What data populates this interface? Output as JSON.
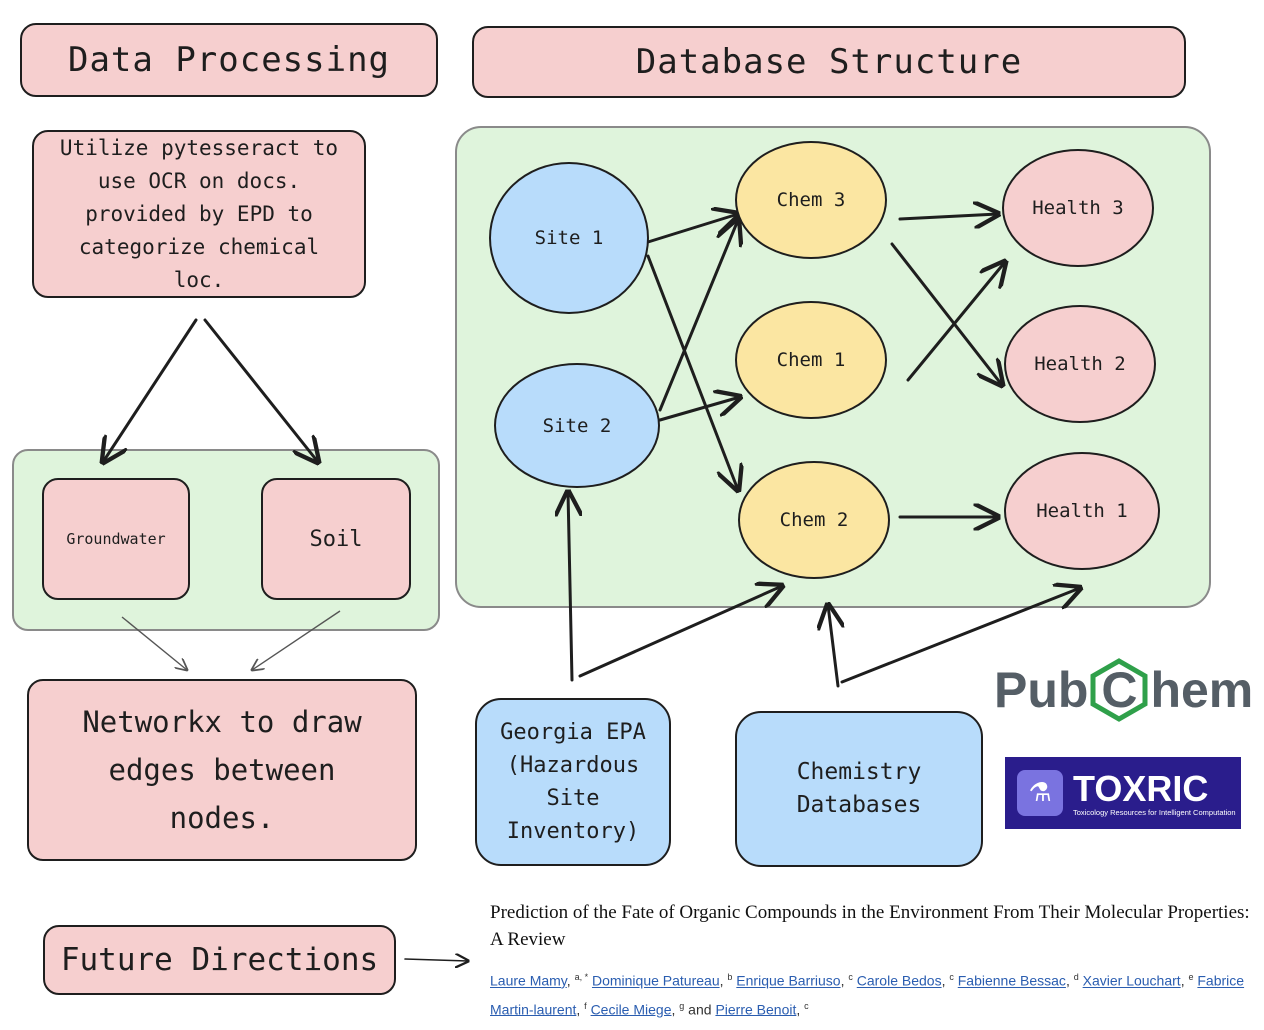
{
  "headers": {
    "data_processing": "Data Processing",
    "database_structure": "Database Structure",
    "future_directions": "Future Directions"
  },
  "ocr_box": "Utilize pytesseract to use OCR on docs. provided by EPD to categorize chemical loc.",
  "categories": {
    "groundwater": "Groundwater",
    "soil": "Soil"
  },
  "networkx_box": "Networkx to draw edges between nodes.",
  "nodes": {
    "site1": "Site 1",
    "site2": "Site 2",
    "chem3": "Chem 3",
    "chem1": "Chem 1",
    "chem2": "Chem 2",
    "health3": "Health 3",
    "health2": "Health 2",
    "health1": "Health 1"
  },
  "sources": {
    "georgia_epa": "Georgia EPA (Hazardous Site Inventory)",
    "chemistry_db": "Chemistry Databases"
  },
  "logos": {
    "pubchem_pre": "Pub",
    "pubchem_c": "C",
    "pubchem_post": "hem",
    "toxric": "TOXRIC",
    "toxric_tagline": "Toxicology Resources for Intelligent Computation"
  },
  "paper": {
    "title": "Prediction of the Fate of Organic Compounds in the Environment From Their Molecular Properties: A Review",
    "authors": [
      {
        "name": "Laure Mamy",
        "aff": "a, *"
      },
      {
        "name": "Dominique Patureau",
        "aff": "b"
      },
      {
        "name": "Enrique Barriuso",
        "aff": "c"
      },
      {
        "name": "Carole Bedos",
        "aff": "c"
      },
      {
        "name": "Fabienne Bessac",
        "aff": "d"
      },
      {
        "name": "Xavier Louchart",
        "aff": "e"
      },
      {
        "name": "Fabrice Martin-laurent",
        "aff": "f"
      },
      {
        "name": "Cecile Miege",
        "aff": "g"
      },
      {
        "name": "Pierre Benoit",
        "aff": "c"
      }
    ],
    "and_word": "and"
  },
  "colors": {
    "pink": "#f6cfcf",
    "green": "#dff4dc",
    "blue": "#b8dcfb",
    "yellow": "#fbe6a2",
    "pubchem_green": "#2fa04a",
    "toxric_bg": "#2a1d8c"
  }
}
